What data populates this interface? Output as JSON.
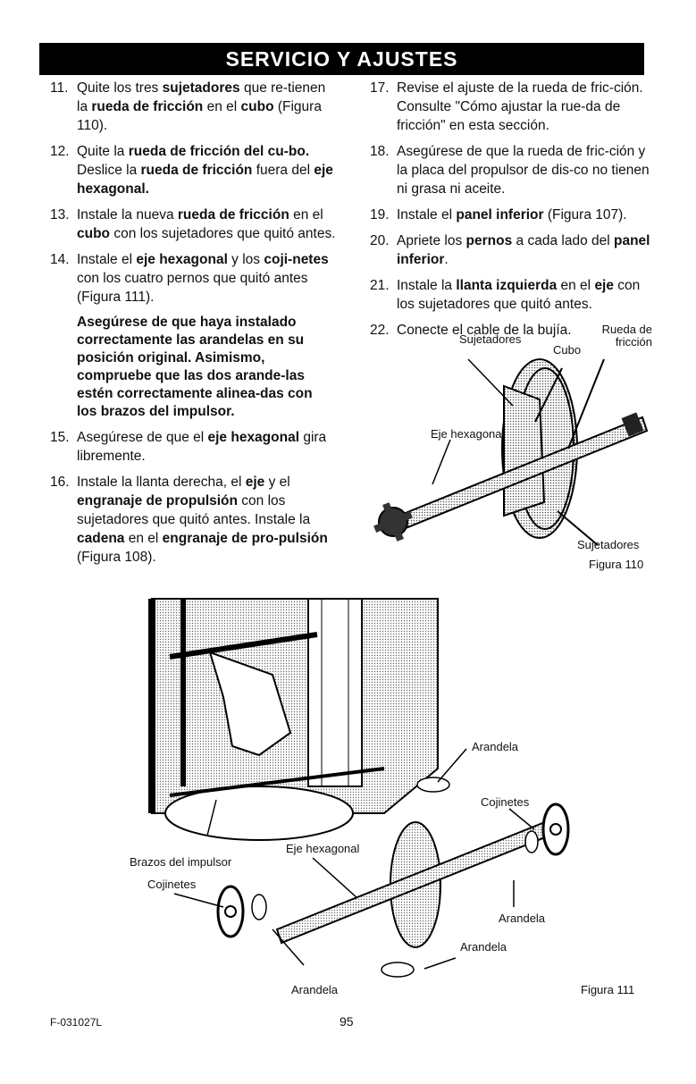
{
  "header": {
    "title": "SERVICIO Y AJUSTES"
  },
  "left_steps": [
    {
      "num": "11.",
      "parts": [
        {
          "t": "Quite los tres ",
          "b": false
        },
        {
          "t": "sujetadores",
          "b": true
        },
        {
          "t": " que re-tienen la ",
          "b": false
        },
        {
          "t": "rueda de fricción",
          "b": true
        },
        {
          "t": " en el ",
          "b": false
        },
        {
          "t": "cubo",
          "b": true
        },
        {
          "t": " (Figura 110).",
          "b": false
        }
      ]
    },
    {
      "num": "12.",
      "parts": [
        {
          "t": "Quite la ",
          "b": false
        },
        {
          "t": "rueda de fricción del cu-bo.",
          "b": true
        },
        {
          "t": " Deslice la ",
          "b": false
        },
        {
          "t": "rueda de fricción",
          "b": true
        },
        {
          "t": " fuera del ",
          "b": false
        },
        {
          "t": "eje hexagonal.",
          "b": true
        }
      ]
    },
    {
      "num": "13.",
      "parts": [
        {
          "t": "Instale la nueva ",
          "b": false
        },
        {
          "t": "rueda de fricción",
          "b": true
        },
        {
          "t": " en el ",
          "b": false
        },
        {
          "t": "cubo",
          "b": true
        },
        {
          "t": " con los sujetadores que quitó antes.",
          "b": false
        }
      ]
    },
    {
      "num": "14.",
      "parts": [
        {
          "t": "Instale el ",
          "b": false
        },
        {
          "t": "eje hexagonal",
          "b": true
        },
        {
          "t": " y los ",
          "b": false
        },
        {
          "t": "coji-netes",
          "b": true
        },
        {
          "t": " con los cuatro pernos que quitó antes (Figura 111).",
          "b": false
        }
      ]
    }
  ],
  "note": "Asegúrese de que haya instalado correctamente las arandelas en su posición original. Asimismo, compruebe que las dos arande-las estén correctamente alinea-das con los brazos del impulsor.",
  "left_steps_b": [
    {
      "num": "15.",
      "parts": [
        {
          "t": "Asegúrese de que el ",
          "b": false
        },
        {
          "t": "eje hexagonal",
          "b": true
        },
        {
          "t": " gira libremente.",
          "b": false
        }
      ]
    },
    {
      "num": "16.",
      "parts": [
        {
          "t": "Instale la llanta derecha, el ",
          "b": false
        },
        {
          "t": "eje",
          "b": true
        },
        {
          "t": " y el ",
          "b": false
        },
        {
          "t": "engranaje de propulsión",
          "b": true
        },
        {
          "t": " con los sujetadores que quitó antes. Instale la ",
          "b": false
        },
        {
          "t": "cadena",
          "b": true
        },
        {
          "t": " en el ",
          "b": false
        },
        {
          "t": "engranaje de pro-pulsión",
          "b": true
        },
        {
          "t": " (Figura 108).",
          "b": false
        }
      ]
    }
  ],
  "right_steps": [
    {
      "num": "17.",
      "parts": [
        {
          "t": "Revise el ajuste de la rueda de fric-ción. Consulte \"Cómo ajustar la rue-da de fricción\" en esta sección.",
          "b": false
        }
      ]
    },
    {
      "num": "18.",
      "parts": [
        {
          "t": "Asegúrese de que la rueda de fric-ción y la placa del propulsor de dis-co no tienen ni grasa ni aceite.",
          "b": false
        }
      ]
    },
    {
      "num": "19.",
      "parts": [
        {
          "t": "Instale el ",
          "b": false
        },
        {
          "t": "panel inferior",
          "b": true
        },
        {
          "t": " (Figura 107).",
          "b": false
        }
      ]
    },
    {
      "num": "20.",
      "parts": [
        {
          "t": "Apriete los ",
          "b": false
        },
        {
          "t": "pernos",
          "b": true
        },
        {
          "t": " a cada lado del ",
          "b": false
        },
        {
          "t": "panel inferior",
          "b": true
        },
        {
          "t": ".",
          "b": false
        }
      ]
    },
    {
      "num": "21.",
      "parts": [
        {
          "t": "Instale la ",
          "b": false
        },
        {
          "t": "llanta izquierda",
          "b": true
        },
        {
          "t": " en el ",
          "b": false
        },
        {
          "t": "eje",
          "b": true
        },
        {
          "t": " con los sujetadores que quitó antes.",
          "b": false
        }
      ]
    },
    {
      "num": "22.",
      "parts": [
        {
          "t": "Conecte el cable de la bujía.",
          "b": false
        }
      ]
    }
  ],
  "fig110": {
    "label_sujetadores_top": "Sujetadores",
    "label_cubo": "Cubo",
    "label_rueda": "Rueda de fricción",
    "label_eje": "Eje hexagonal",
    "label_sujetadores_bottom": "Sujetadores",
    "caption": "Figura 110"
  },
  "fig111": {
    "label_arandela_1": "Arandela",
    "label_cojinetes_right": "Cojinetes",
    "label_brazos": "Brazos del impulsor",
    "label_eje": "Eje hexagonal",
    "label_cojinetes_left": "Cojinetes",
    "label_arandela_2": "Arandela",
    "label_arandela_3": "Arandela",
    "label_arandela_4": "Arandela",
    "caption": "Figura 111"
  },
  "footer": {
    "code": "F-031027L",
    "page": "95"
  }
}
